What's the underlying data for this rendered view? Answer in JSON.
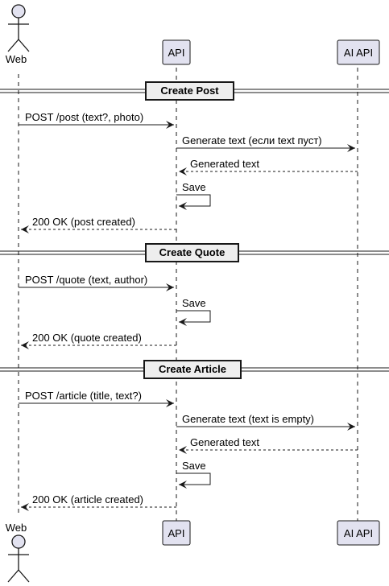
{
  "participants": [
    {
      "id": "web",
      "label": "Web",
      "kind": "actor"
    },
    {
      "id": "api",
      "label": "API",
      "kind": "box"
    },
    {
      "id": "ai",
      "label": "AI API",
      "kind": "box"
    }
  ],
  "sections": [
    {
      "label": "Create Post"
    },
    {
      "label": "Create Quote"
    },
    {
      "label": "Create Article"
    }
  ],
  "messages": [
    {
      "text": "POST /post (text?, photo)",
      "from": "web",
      "to": "api",
      "style": "solid"
    },
    {
      "text": "Generate text (если text пуст)",
      "from": "api",
      "to": "ai",
      "style": "solid"
    },
    {
      "text": "Generated text",
      "from": "ai",
      "to": "api",
      "style": "dashed"
    },
    {
      "text": "Save",
      "from": "api",
      "to": "api",
      "style": "self"
    },
    {
      "text": "200 OK (post created)",
      "from": "api",
      "to": "web",
      "style": "dashed"
    },
    {
      "text": "POST /quote (text, author)",
      "from": "web",
      "to": "api",
      "style": "solid"
    },
    {
      "text": "Save",
      "from": "api",
      "to": "api",
      "style": "self"
    },
    {
      "text": "200 OK (quote created)",
      "from": "api",
      "to": "web",
      "style": "dashed"
    },
    {
      "text": "POST /article (title, text?)",
      "from": "web",
      "to": "api",
      "style": "solid"
    },
    {
      "text": "Generate text (text is empty)",
      "from": "api",
      "to": "ai",
      "style": "solid"
    },
    {
      "text": "Generated text",
      "from": "ai",
      "to": "api",
      "style": "dashed"
    },
    {
      "text": "Save",
      "from": "api",
      "to": "api",
      "style": "self"
    },
    {
      "text": "200 OK (article created)",
      "from": "api",
      "to": "web",
      "style": "dashed"
    }
  ],
  "colors": {
    "participant_fill": "#E2E2F0",
    "participant_stroke": "#181818",
    "lifeline": "#181818",
    "section_fill": "#EEEEEE"
  }
}
